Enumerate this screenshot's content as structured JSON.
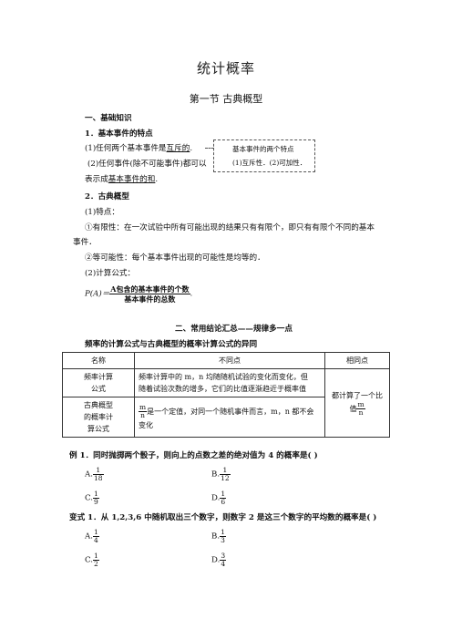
{
  "title": "统计概率",
  "section": "第一节   古典概型",
  "s1": "一、基础知识",
  "p1": "1．基本事件的特点",
  "p1a_pre": "(1)任何两个基本事件是",
  "p1a_u": "互斥的",
  "p1a_post": ".",
  "p1b": "(2)任何事件(除不可能事件)都可以",
  "p1c_pre": "表示成",
  "p1c_u": "基本事件的和",
  "p1c_post": ".",
  "note1": "基本事件的两个特点",
  "note2": "(1)互斥性．(2)可加性．",
  "p2": "2．古典概型",
  "p2a": "(1)特点：",
  "p2b": "①有限性：在一次试验中所有可能出现的结果只有有限个，即只有有限个不同的基本",
  "p2b2": "事件．",
  "p2c": "②等可能性：每个基本事件出现的可能性是均等的．",
  "p2d": "(2)计算公式：",
  "formula_lhs": "P(A)＝",
  "formula_num": "A包含的基本事件的个数",
  "formula_den": "基本事件的总数",
  "formula_end": ".",
  "s2": "二、常用结论汇总——规律多一点",
  "table_caption": "频率的计算公式与古典概型的概率计算公式的异同",
  "table": {
    "h1": "名称",
    "h2": "不同点",
    "h3": "相同点",
    "r1c1a": "频率计算",
    "r1c1b": "公式",
    "r1c2a": "频率计算中的 m，n 均随随机试验的变化而变化，但",
    "r1c2b": "随着试验次数的增多，它们的比值逐渐趋近于概率值",
    "r2c1a": "古典概型",
    "r2c1b": "的概率计",
    "r2c1c": "算公式",
    "r2c2_num": "m",
    "r2c2_den": "n",
    "r2c2a": "是一个定值，对同一个随机事件而言，m，n 都不会",
    "r2c2b": "变化",
    "r3_text": "都计算了一个比值",
    "r3_num": "m",
    "r3_den": "n"
  },
  "ex1": "例 1．同时抛掷两个骰子，则向上的点数之差的绝对值为 4 的概率是(      )",
  "ex1_opts": [
    {
      "label": "A.",
      "num": "1",
      "den": "18"
    },
    {
      "label": "B.",
      "num": "1",
      "den": "12"
    },
    {
      "label": "C.",
      "num": "1",
      "den": "9"
    },
    {
      "label": "D.",
      "num": "1",
      "den": "6"
    }
  ],
  "ex2": "变式 1．从 1,2,3,6 中随机取出三个数字，则数字 2 是这三个数字的平均数的概率是(      )",
  "ex2_opts": [
    {
      "label": "A.",
      "num": "1",
      "den": "4"
    },
    {
      "label": "B.",
      "num": "1",
      "den": "3"
    },
    {
      "label": "C.",
      "num": "1",
      "den": "2"
    },
    {
      "label": "D.",
      "num": "3",
      "den": "4"
    }
  ]
}
